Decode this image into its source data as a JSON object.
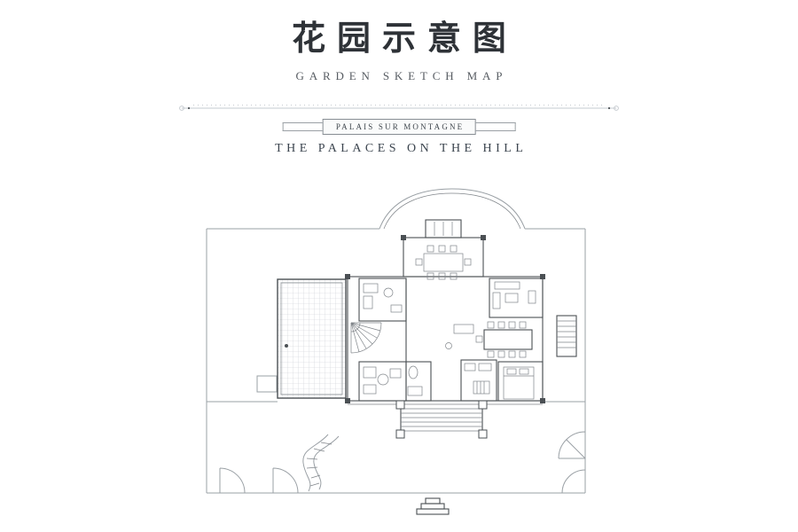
{
  "header": {
    "title_cn": "花园示意图",
    "subtitle_en": "GARDEN SKETCH MAP",
    "ribbon_label": "PALAIS SUR MONTAGNE",
    "project_name": "THE PALACES ON THE HILL"
  },
  "plan": {
    "label": "garden floor plan line drawing"
  },
  "colors": {
    "title_text": "#2e3237",
    "subtitle_text": "#585d63",
    "project_text": "#3c454f",
    "boundary_line": "#9aa0a5",
    "wall_line": "#4b5054",
    "ornament_line": "#c6cbd0"
  }
}
